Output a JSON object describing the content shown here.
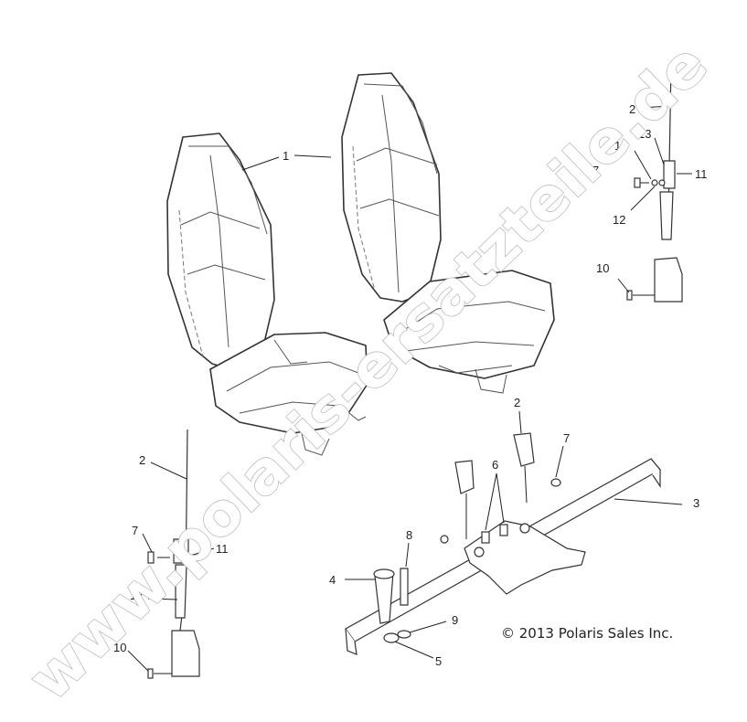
{
  "diagram": {
    "watermark": "www.polaris-ersatzteile.de",
    "copyright": "© 2013 Polaris Sales Inc.",
    "callouts": {
      "seat_1": "1",
      "belt_top_2": "2",
      "bracket_13": "13",
      "washer_14": "14",
      "bolt_top_7": "7",
      "nut_top_11": "11",
      "spacer_top_12": "12",
      "screw_top_10": "10",
      "buckle_2": "2",
      "nut_buckle_7": "7",
      "bolt_6": "6",
      "bar_3": "3",
      "pin_8": "8",
      "pin_4": "4",
      "washer_9": "9",
      "nut_5": "5",
      "belt_left_2": "2",
      "bolt_left_7": "7",
      "nut_left_11": "11",
      "spacer_left_12": "12",
      "screw_left_10": "10"
    }
  }
}
